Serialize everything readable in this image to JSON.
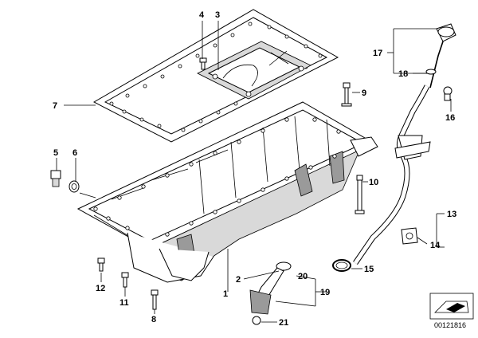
{
  "callouts": {
    "c1": "1",
    "c2": "2",
    "c3": "3",
    "c4": "4",
    "c5": "5",
    "c6": "6",
    "c7": "7",
    "c8": "8",
    "c9": "9",
    "c10": "10",
    "c11": "11",
    "c12": "12",
    "c13": "13",
    "c14": "14",
    "c15": "15",
    "c16": "16",
    "c17": "17",
    "c18": "18",
    "c19": "19",
    "c20": "20",
    "c21": "21"
  },
  "document_number": "00121816",
  "icons": {
    "thumbnail": "car-underbody-thumbnail-icon"
  }
}
